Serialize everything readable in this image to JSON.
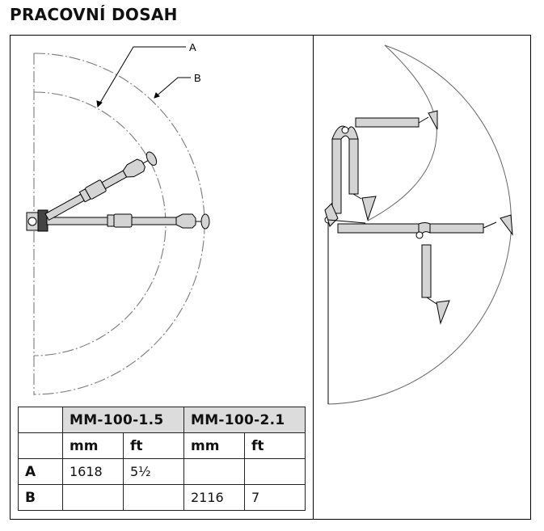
{
  "title": "PRACOVNÍ DOSAH",
  "left_diagram": {
    "labels": [
      {
        "id": "A",
        "text": "A"
      },
      {
        "id": "B",
        "text": "B"
      }
    ],
    "arc_inner_label": "A",
    "arc_outer_label": "B"
  },
  "table": {
    "models": [
      "MM-100-1.5",
      "MM-100-2.1"
    ],
    "units": [
      "mm",
      "ft",
      "mm",
      "ft"
    ],
    "rows": [
      {
        "label": "A",
        "values": [
          "1618",
          "5½",
          "",
          ""
        ]
      },
      {
        "label": "B",
        "values": [
          "",
          "",
          "2116",
          "7"
        ]
      }
    ]
  },
  "colors": {
    "header_bg": "#dcdcdc",
    "arm_fill": "#d4d4d4",
    "line": "#000000",
    "arc": "#777777"
  }
}
